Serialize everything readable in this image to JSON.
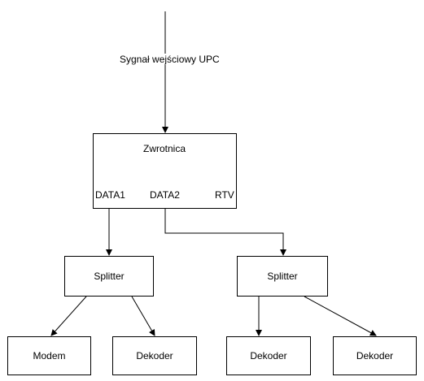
{
  "input_signal": {
    "label": "Sygnał wejściowy UPC"
  },
  "zwrotnica": {
    "title": "Zwrotnica",
    "ports": {
      "data1": "DATA1",
      "data2": "DATA2",
      "rtv": "RTV"
    }
  },
  "splitters": [
    {
      "label": "Splitter"
    },
    {
      "label": "Splitter"
    }
  ],
  "outputs": [
    {
      "label": "Modem"
    },
    {
      "label": "Dekoder"
    },
    {
      "label": "Dekoder"
    },
    {
      "label": "Dekoder"
    }
  ]
}
